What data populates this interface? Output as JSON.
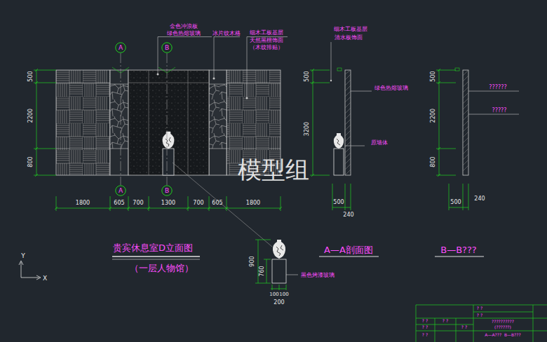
{
  "diagram": {
    "nodes": [
      {
        "text": [
          "A"
        ]
      },
      {
        "text": [
          "B"
        ]
      },
      {
        "text": [
          "A"
        ]
      },
      {
        "text": [
          "B"
        ]
      }
    ],
    "edges": [
      {
        "from": 0,
        "to": 2,
        "arrow": "none"
      },
      {
        "from": 1,
        "to": 3,
        "arrow": "none"
      }
    ],
    "labels": [
      "金色冲浪板",
      "绿色热熔玻璃",
      "冰片纹木格",
      "细木工板基层",
      "天然黑檀饰面",
      "（木纹排贴）",
      "500",
      "2200",
      "800",
      "1800",
      "605",
      "700",
      "1300",
      "700",
      "605",
      "1800",
      "贵宾休息室D立面图",
      "（一层人物馆）",
      "模型组",
      "细木工板基层",
      "清水板饰面",
      "绿色热熔玻璃",
      "原墙体",
      "500",
      "3200",
      "500",
      "240",
      "A—A剖面图",
      "??????",
      "?????",
      "500",
      "2200",
      "800",
      "500",
      "240",
      "B—B???",
      "900",
      "760",
      "100",
      "100",
      "200",
      "黑色烤漆玻璃",
      "Y",
      "X",
      "? ?",
      "? ?",
      "??????????",
      "(??????)",
      "A—A???  B—B???",
      "? ?",
      "? ?",
      "? ?",
      "? ?",
      "? ?"
    ]
  }
}
